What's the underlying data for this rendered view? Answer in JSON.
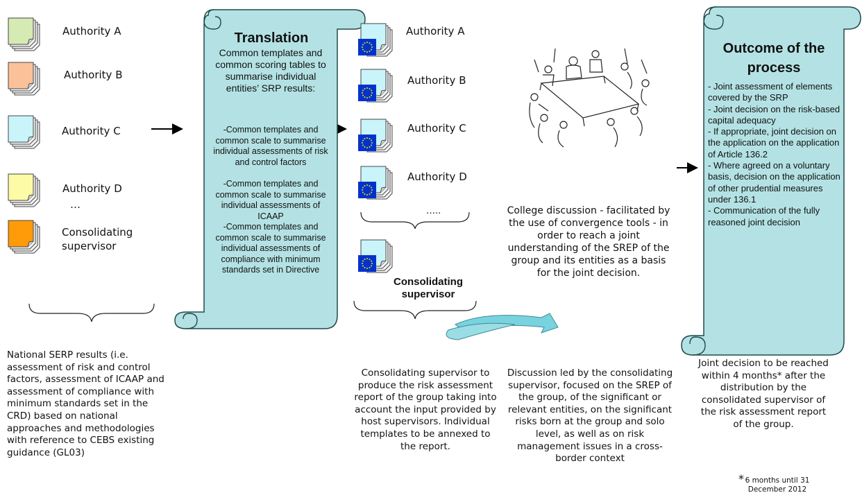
{
  "left_column": {
    "authorities": [
      {
        "label": "Authority A",
        "color": "#d6eab4"
      },
      {
        "label": "Authority B",
        "color": "#fbc29a"
      },
      {
        "label": "Authority C",
        "color": "#c9f4fa"
      },
      {
        "label": "Authority D",
        "color": "#fdfba6"
      },
      {
        "label": "Consolidating supervisor",
        "color": "#ff9a08"
      }
    ],
    "ellipsis": "…",
    "note": "National SERP results (i.e. assessment of risk and control factors, assessment of ICAAP and assessment of compliance with minimum standards set in the CRD) based on national approaches and methodologies with reference to CEBS existing guidance (GL03)"
  },
  "translation": {
    "title": "Translation",
    "intro": "Common templates and common scoring tables to summarise individual entities’ SRP results:",
    "items": [
      "-Common templates and common scale to summarise  individual assessments of risk and control factors",
      "-Common templates and common scale to summarise  individual assessments of ICAAP",
      "-Common templates and common scale to summarise individual assessments of compliance with minimum standards set in Directive"
    ],
    "scroll_color": "#b4e2e4"
  },
  "eu_column": {
    "authorities": [
      "Authority A",
      "Authority B",
      "Authority C",
      "Authority D"
    ],
    "ellipsis": "…..",
    "consolidating": "Consolidating supervisor",
    "flag_color": "#0033cc",
    "star_color": "#ffdd00",
    "note": "Consolidating supervisor to produce the risk assessment report of the group taking into account the input provided by host supervisors. Individual templates to be annexed to the report."
  },
  "college": {
    "discussion": "College discussion - facilitated by the use of convergence tools - in order to reach a joint understanding of the SREP of the group and its entities as a basis for the joint decision.",
    "led_by": "Discussion led by the consolidating supervisor, focused on the SREP of the group, of the significant or relevant entities, on the significant risks born at the group and solo level, as well as on risk management issues in a cross-border context"
  },
  "outcome": {
    "title": "Outcome of the process",
    "items": [
      "- Joint assessment of elements covered by the SRP",
      "- Joint decision on the risk-based capital adequacy",
      "- If appropriate, joint decision on the application on the application of Article 136.2",
      "- Where agreed on a voluntary basis, decision on the application of other prudential measures under 136.1",
      "- Communication of the fully reasoned joint decision"
    ],
    "note": "Joint decision to be reached within 4 months* after the distribution by the consolidated supervisor of the risk assessment report of the group.",
    "footnote_mark": "*",
    "footnote": "6 months until 31 December 2012"
  }
}
